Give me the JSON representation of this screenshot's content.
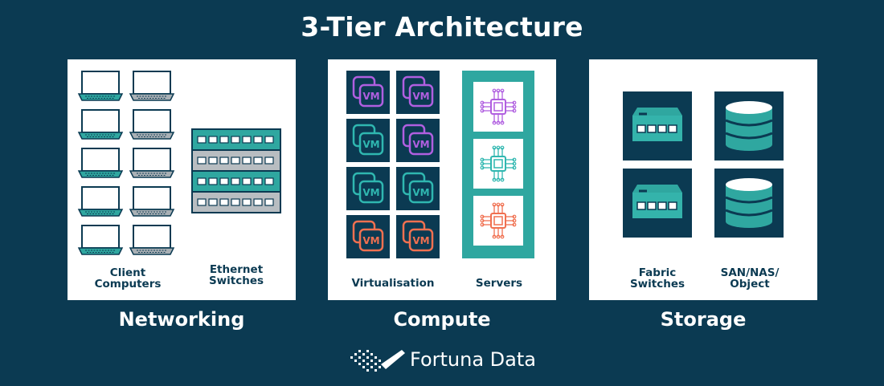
{
  "title": "3-Tier Architecture",
  "tiers": [
    {
      "label": "Networking",
      "captions": {
        "left_line1": "Client",
        "left_line2": "Computers",
        "right_line1": "Ethernet",
        "right_line2": "Switches"
      },
      "laptops": [
        {
          "color": "#2fa7a0"
        },
        {
          "color": "#a9b0b5"
        },
        {
          "color": "#2fa7a0"
        },
        {
          "color": "#a9b0b5"
        },
        {
          "color": "#2fa7a0"
        },
        {
          "color": "#a9b0b5"
        },
        {
          "color": "#2fa7a0"
        },
        {
          "color": "#a9b0b5"
        },
        {
          "color": "#2fa7a0"
        },
        {
          "color": "#a9b0b5"
        }
      ],
      "switch_layers": [
        {
          "color": "#2fa7a0"
        },
        {
          "color": "#b8bdc1"
        },
        {
          "color": "#2fa7a0"
        },
        {
          "color": "#b8bdc1"
        }
      ]
    },
    {
      "label": "Compute",
      "captions": {
        "left": "Virtualisation",
        "right": "Servers"
      },
      "vms": [
        {
          "text": "VM",
          "color": "#b05fe0"
        },
        {
          "text": "VM",
          "color": "#b05fe0"
        },
        {
          "text": "VM",
          "color": "#2fb7b0"
        },
        {
          "text": "VM",
          "color": "#b05fe0"
        },
        {
          "text": "VM",
          "color": "#2fb7b0"
        },
        {
          "text": "VM",
          "color": "#2fb7b0"
        },
        {
          "text": "VM",
          "color": "#f07050"
        },
        {
          "text": "VM",
          "color": "#f07050"
        }
      ],
      "servers": [
        {
          "icon": "cpu-chip-icon",
          "color": "#b05fe0"
        },
        {
          "icon": "cpu-chip-icon",
          "color": "#2fb7b0"
        },
        {
          "icon": "cpu-chip-icon",
          "color": "#f07050"
        }
      ]
    },
    {
      "label": "Storage",
      "captions": {
        "left_line1": "Fabric",
        "left_line2": "Switches",
        "right_line1": "SAN/NAS/",
        "right_line2": "Object"
      },
      "icons": [
        "fabric-switch-icon",
        "database-icon",
        "fabric-switch-icon",
        "database-icon"
      ]
    }
  ],
  "brand": {
    "name": "Fortuna Data"
  },
  "colors": {
    "background": "#0b3a52",
    "teal": "#2fa7a0",
    "gray": "#a9b0b5",
    "purple": "#b05fe0",
    "orange": "#f07050"
  }
}
